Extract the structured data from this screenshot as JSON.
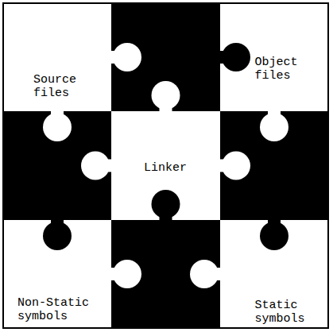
{
  "diagram": {
    "labels": [
      "Source files",
      "Object files",
      "Linker",
      "Non-Static symbols",
      "Static symbols"
    ]
  }
}
